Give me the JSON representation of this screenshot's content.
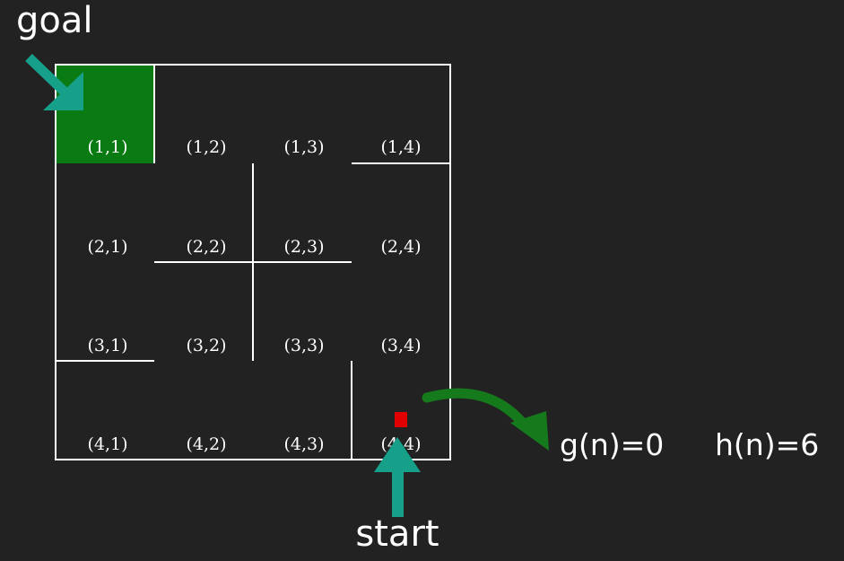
{
  "labels": {
    "goal": "goal",
    "start": "start",
    "g": "g(n)=0",
    "h": "h(n)=6"
  },
  "grid": {
    "rows": 4,
    "cols": 4,
    "goal_cell": "1,1",
    "start_cell": "4,4",
    "cells": [
      [
        "(1,1)",
        "(1,2)",
        "(1,3)",
        "(1,4)"
      ],
      [
        "(2,1)",
        "(2,2)",
        "(2,3)",
        "(2,4)"
      ],
      [
        "(3,1)",
        "(3,2)",
        "(3,3)",
        "(3,4)"
      ],
      [
        "(4,1)",
        "(4,2)",
        "(4,3)",
        "(4,4)"
      ]
    ]
  },
  "colors": {
    "background": "#222222",
    "goal_fill": "#0a7a12",
    "goal_arrow": "#16a08a",
    "start_arrow": "#16a08a",
    "agent": "#e00000",
    "g_arrow": "#157a1c",
    "lines": "#ffffff"
  },
  "agent": {
    "cell": "4,4"
  }
}
